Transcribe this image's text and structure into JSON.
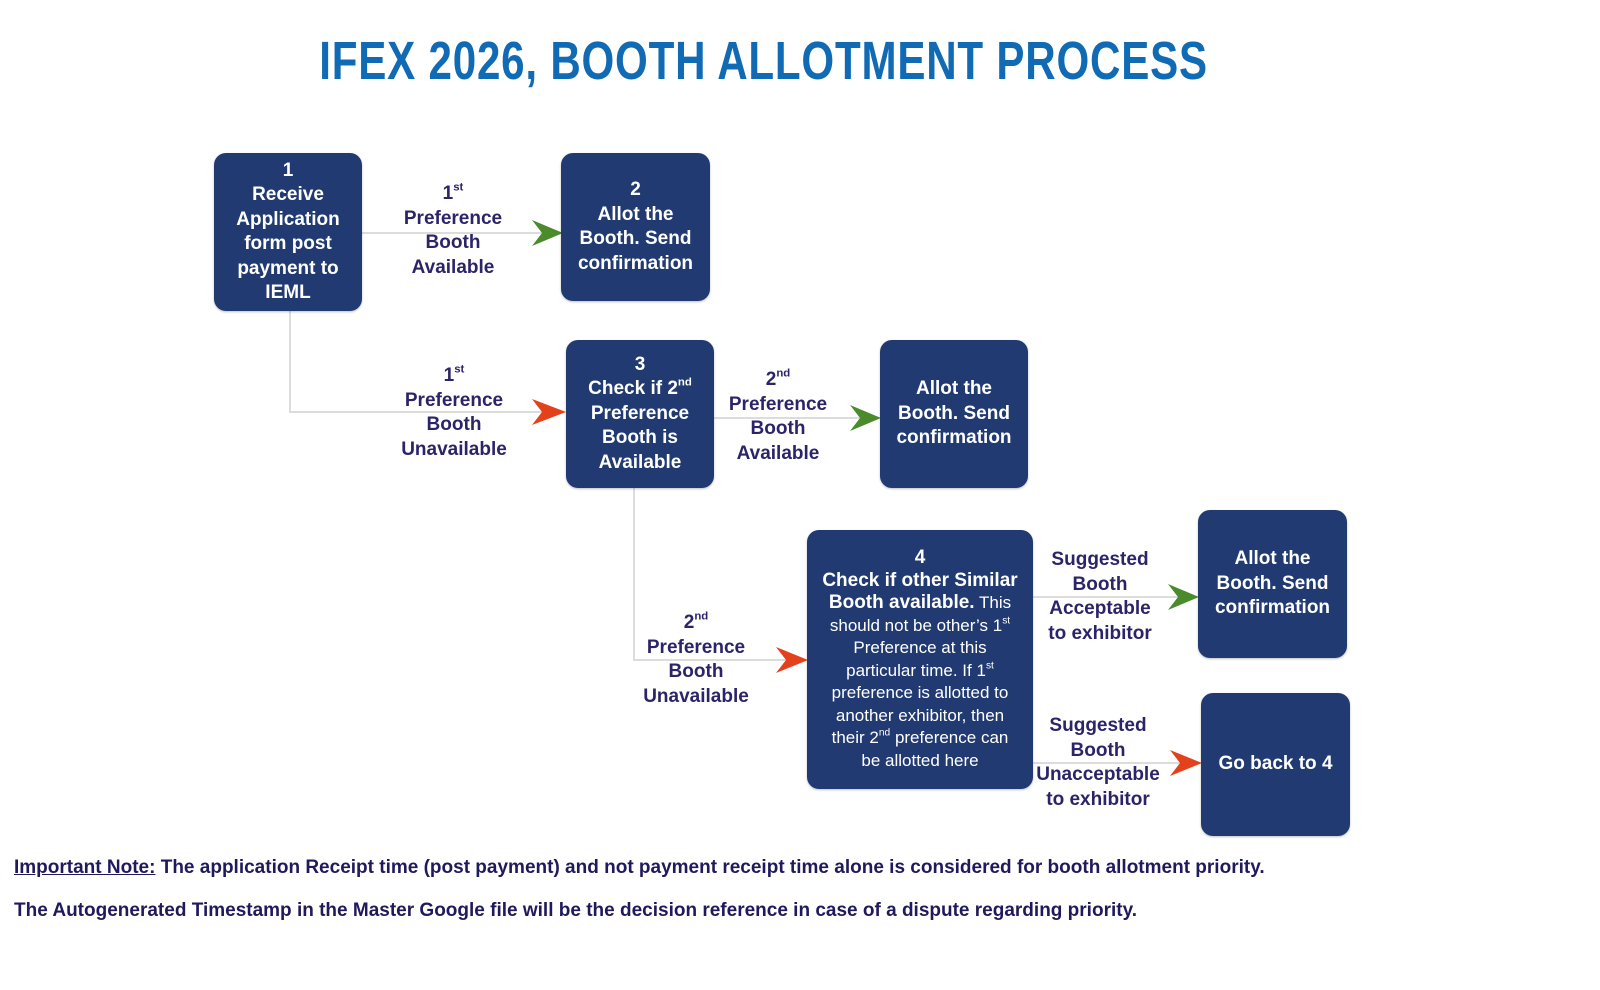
{
  "title": "IFEX 2026, BOOTH ALLOTMENT PROCESS",
  "colors": {
    "title": "#106bb4",
    "box": "#213a72",
    "label": "#2b2469",
    "arrow_yes": "#4b8b2b",
    "arrow_no": "#e3401c",
    "connector": "#dcdcdc"
  },
  "boxes": {
    "b1": {
      "num": "1",
      "lines": [
        "Receive",
        "Application",
        "form post",
        "payment to",
        "IEML"
      ]
    },
    "b2": {
      "num": "2",
      "lines": [
        "Allot the",
        "Booth. Send",
        "confirmation"
      ]
    },
    "b3": {
      "num": "3",
      "l1a": "Check if 2",
      "l1s": "nd",
      "lines": [
        "Preference",
        "Booth is",
        "Available"
      ]
    },
    "b3b": {
      "lines": [
        "Allot the",
        "Booth. Send",
        "confirmation"
      ]
    },
    "b4": {
      "num": "4",
      "bold1": "Check if other Similar",
      "bold2": "Booth available.",
      "l2rest": " This",
      "l3a": "should not be other’s 1",
      "l3s": "st",
      "l4": "Preference at this",
      "l5a": "particular time. If 1",
      "l5s": "st",
      "l6": "preference is allotted to",
      "l7": "another exhibitor, then",
      "l8a": "their 2",
      "l8s": "nd",
      "l8b": " preference can",
      "l9": "be allotted here"
    },
    "b5": {
      "lines": [
        "Allot the",
        "Booth. Send",
        "confirmation"
      ]
    },
    "b6": {
      "lines": [
        "Go back to 4"
      ]
    }
  },
  "labels": {
    "l1": {
      "a": "1",
      "s": "st",
      "lines": [
        "Preference",
        "Booth",
        "Available"
      ]
    },
    "l2": {
      "a": "1",
      "s": "st",
      "lines": [
        "Preference",
        "Booth",
        "Unavailable"
      ]
    },
    "l3": {
      "a": "2",
      "s": "nd",
      "lines": [
        "Preference",
        "Booth",
        "Available"
      ]
    },
    "l4": {
      "a": "2",
      "s": "nd",
      "lines": [
        "Preference",
        "Booth",
        "Unavailable"
      ]
    },
    "l5": {
      "lines": [
        "Suggested",
        "Booth",
        "Acceptable",
        "to exhibitor"
      ]
    },
    "l6": {
      "lines": [
        "Suggested",
        "Booth",
        "Unacceptable",
        "to exhibitor"
      ]
    }
  },
  "notes": {
    "n1_label": "Important Note:",
    "n1_text": " The application Receipt time (post payment) and not payment receipt time alone is considered for booth allotment priority.",
    "n2_text": "The Autogenerated Timestamp in the Master Google file will be the decision reference in case of a dispute regarding priority."
  }
}
